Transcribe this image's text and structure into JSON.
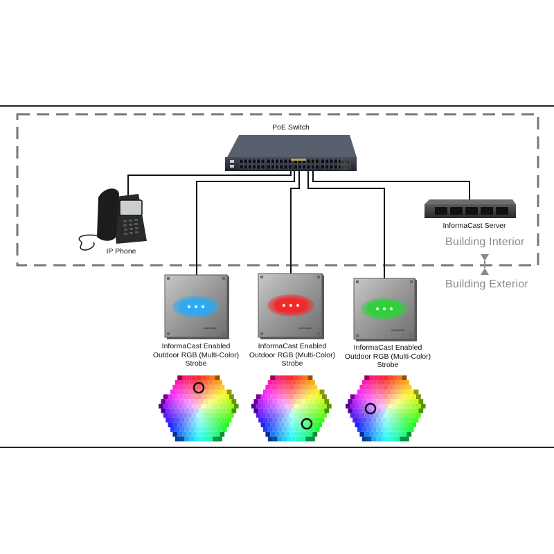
{
  "diagram": {
    "switch_label": "PoE Switch",
    "phone_label": "IP Phone",
    "server_label": "InformaCast Server",
    "zone_interior": "Building Interior",
    "zone_exterior": "Building Exterior",
    "strobes": [
      {
        "line1": "InformaCast Enabled",
        "line2": "Outdoor RGB (Multi-Color)",
        "line3": "Strobe",
        "light_color": "#2ea8f0",
        "badge_text": "CyberData"
      },
      {
        "line1": "InformaCast Enabled",
        "line2": "Outdoor RGB (Multi-Color)",
        "line3": "Strobe",
        "light_color": "#f02a2a",
        "badge_text": "CyberData"
      },
      {
        "line1": "InformaCast Enabled",
        "line2": "Outdoor RGB (Multi-Color)",
        "line3": "Strobe",
        "light_color": "#2fd03a",
        "badge_text": "CyberData"
      }
    ],
    "palette_selections": [
      "blue",
      "red",
      "green"
    ]
  },
  "colors": {
    "frame": "#222222",
    "dashed_border": "#777777",
    "zone_text": "#8a8a8a",
    "cable": "#111111"
  },
  "icons": {
    "switch": "poe-switch-icon",
    "phone": "ip-phone-icon",
    "server": "server-icon",
    "strobe": "strobe-device-icon",
    "palette": "color-hexagon-icon",
    "zone_arrows": "double-arrow-icon"
  }
}
